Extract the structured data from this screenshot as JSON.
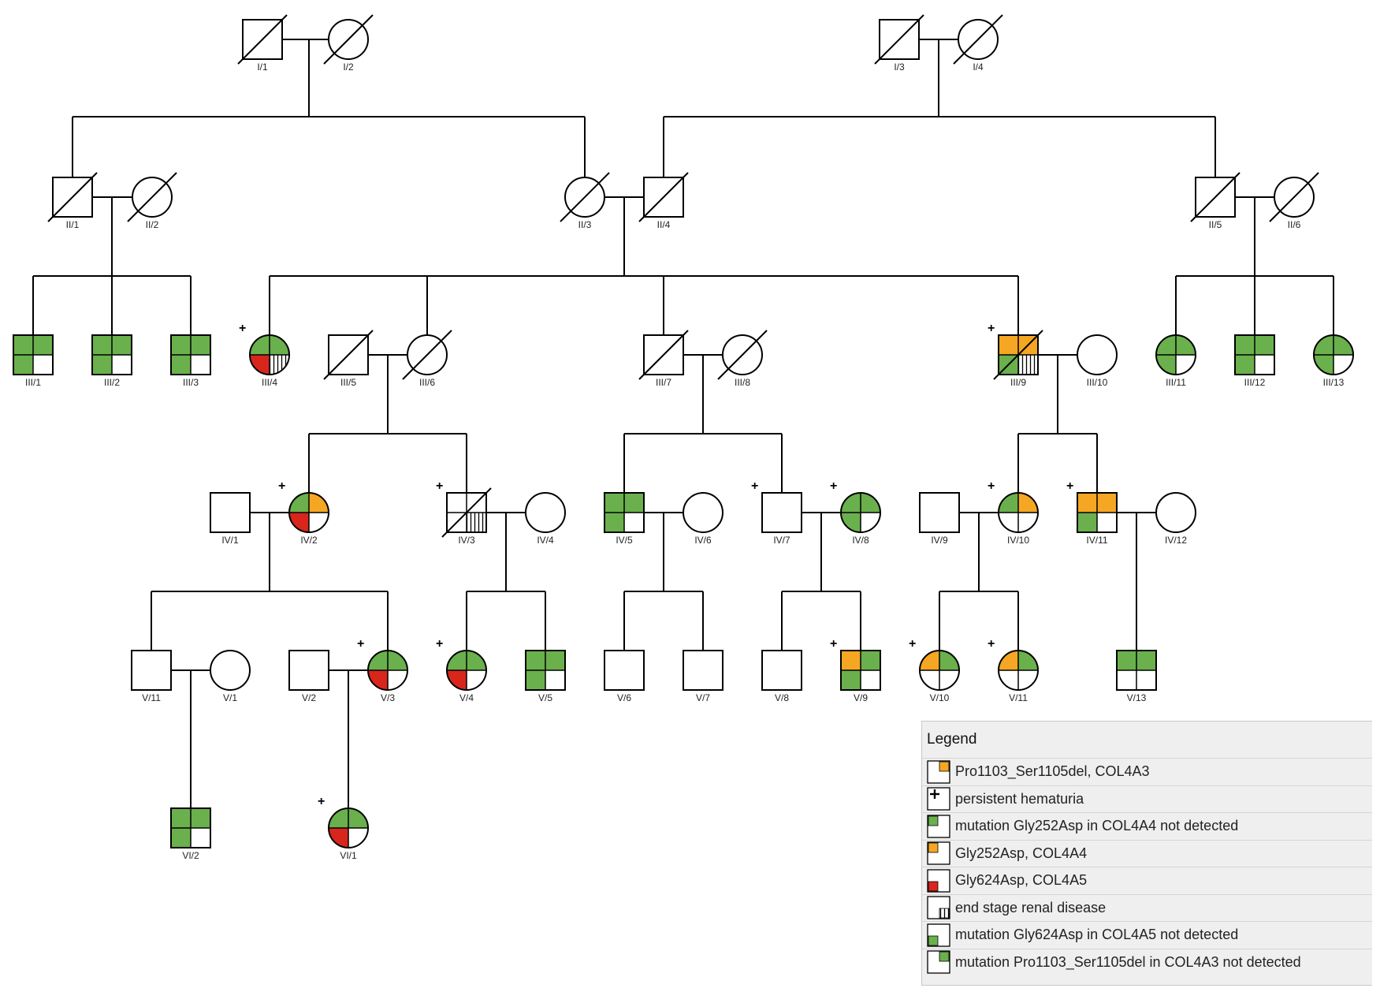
{
  "colors": {
    "green": "#6ab04c",
    "orange": "#f5a623",
    "red": "#d9261c",
    "line": "#000000"
  },
  "individuals": [
    {
      "id": "I/1",
      "sex": "M",
      "deceased": true
    },
    {
      "id": "I/2",
      "sex": "F",
      "deceased": true
    },
    {
      "id": "I/3",
      "sex": "M",
      "deceased": true
    },
    {
      "id": "I/4",
      "sex": "F",
      "deceased": true
    },
    {
      "id": "II/1",
      "sex": "M",
      "deceased": true
    },
    {
      "id": "II/2",
      "sex": "F",
      "deceased": true
    },
    {
      "id": "II/3",
      "sex": "F",
      "deceased": true
    },
    {
      "id": "II/4",
      "sex": "M",
      "deceased": true
    },
    {
      "id": "II/5",
      "sex": "M",
      "deceased": true
    },
    {
      "id": "II/6",
      "sex": "F",
      "deceased": true
    },
    {
      "id": "III/1",
      "sex": "M",
      "q": [
        "green",
        "green",
        "green",
        "none"
      ]
    },
    {
      "id": "III/2",
      "sex": "M",
      "q": [
        "green",
        "green",
        "green",
        "none"
      ]
    },
    {
      "id": "III/3",
      "sex": "M",
      "q": [
        "green",
        "green",
        "green",
        "none"
      ]
    },
    {
      "id": "III/4",
      "sex": "F",
      "hematuria": true,
      "q": [
        "green",
        "green",
        "red",
        "esrd"
      ]
    },
    {
      "id": "III/5",
      "sex": "M",
      "deceased": true
    },
    {
      "id": "III/6",
      "sex": "F",
      "deceased": true
    },
    {
      "id": "III/7",
      "sex": "M",
      "deceased": true
    },
    {
      "id": "III/8",
      "sex": "F",
      "deceased": true
    },
    {
      "id": "III/9",
      "sex": "M",
      "deceased": true,
      "hematuria": true,
      "q": [
        "orange",
        "orange",
        "green",
        "esrd"
      ]
    },
    {
      "id": "III/10",
      "sex": "F"
    },
    {
      "id": "III/11",
      "sex": "F",
      "q": [
        "green",
        "green",
        "green",
        "none"
      ]
    },
    {
      "id": "III/12",
      "sex": "M",
      "q": [
        "green",
        "green",
        "green",
        "none"
      ]
    },
    {
      "id": "III/13",
      "sex": "F",
      "q": [
        "green",
        "green",
        "green",
        "none"
      ]
    },
    {
      "id": "IV/1",
      "sex": "M"
    },
    {
      "id": "IV/2",
      "sex": "F",
      "hematuria": true,
      "q": [
        "green",
        "orange",
        "red",
        "none"
      ]
    },
    {
      "id": "IV/3",
      "sex": "M",
      "deceased": true,
      "hematuria": true,
      "q": [
        "none",
        "none",
        "none",
        "esrd"
      ]
    },
    {
      "id": "IV/4",
      "sex": "F"
    },
    {
      "id": "IV/5",
      "sex": "M",
      "q": [
        "green",
        "green",
        "green",
        "none"
      ]
    },
    {
      "id": "IV/6",
      "sex": "F"
    },
    {
      "id": "IV/7",
      "sex": "M",
      "hematuria": true
    },
    {
      "id": "IV/8",
      "sex": "F",
      "hematuria": true,
      "q": [
        "green",
        "green",
        "green",
        "none"
      ]
    },
    {
      "id": "IV/9",
      "sex": "M"
    },
    {
      "id": "IV/10",
      "sex": "F",
      "hematuria": true,
      "q": [
        "green",
        "orange",
        "none",
        "none"
      ]
    },
    {
      "id": "IV/11",
      "sex": "M",
      "hematuria": true,
      "q": [
        "orange",
        "orange",
        "green",
        "none"
      ]
    },
    {
      "id": "IV/12",
      "sex": "F"
    },
    {
      "id": "V/11",
      "sex": "M"
    },
    {
      "id": "V/1",
      "sex": "F"
    },
    {
      "id": "V/2",
      "sex": "M"
    },
    {
      "id": "V/3",
      "sex": "F",
      "hematuria": true,
      "q": [
        "green",
        "green",
        "red",
        "none"
      ]
    },
    {
      "id": "V/4",
      "sex": "F",
      "hematuria": true,
      "q": [
        "green",
        "green",
        "red",
        "none"
      ]
    },
    {
      "id": "V/5",
      "sex": "M",
      "q": [
        "green",
        "green",
        "green",
        "none"
      ]
    },
    {
      "id": "V/6",
      "sex": "M"
    },
    {
      "id": "V/7",
      "sex": "M"
    },
    {
      "id": "V/8",
      "sex": "M"
    },
    {
      "id": "V/9",
      "sex": "M",
      "hematuria": true,
      "q": [
        "orange",
        "green",
        "green",
        "none"
      ]
    },
    {
      "id": "V/10",
      "sex": "F",
      "hematuria": true,
      "q": [
        "orange",
        "green",
        "none",
        "none"
      ]
    },
    {
      "id": "V/11",
      "sex": "F",
      "hematuria": true,
      "q": [
        "orange",
        "green",
        "none",
        "none"
      ]
    },
    {
      "id": "V/13",
      "sex": "M",
      "q": [
        "green",
        "green",
        "none",
        "none"
      ]
    },
    {
      "id": "VI/2",
      "sex": "M",
      "q": [
        "green",
        "green",
        "green",
        "none"
      ]
    },
    {
      "id": "VI/1",
      "sex": "F",
      "hematuria": true,
      "q": [
        "green",
        "green",
        "red",
        "none"
      ]
    }
  ],
  "legend": {
    "title": "Legend",
    "items": [
      {
        "label": "Pro1103_Ser1105del, COL4A3",
        "icon": "tr-orange"
      },
      {
        "label": "persistent hematuria",
        "icon": "plus"
      },
      {
        "label": "mutation Gly252Asp in COL4A4 not detected",
        "icon": "tl-green"
      },
      {
        "label": "Gly252Asp, COL4A4",
        "icon": "tl-orange"
      },
      {
        "label": "Gly624Asp, COL4A5",
        "icon": "bl-red"
      },
      {
        "label": "end stage renal disease",
        "icon": "br-esrd"
      },
      {
        "label": "mutation Gly624Asp in COL4A5 not detected",
        "icon": "bl-green"
      },
      {
        "label": "mutation Pro1103_Ser1105del in COL4A3 not detected",
        "icon": "tr-green"
      }
    ]
  }
}
